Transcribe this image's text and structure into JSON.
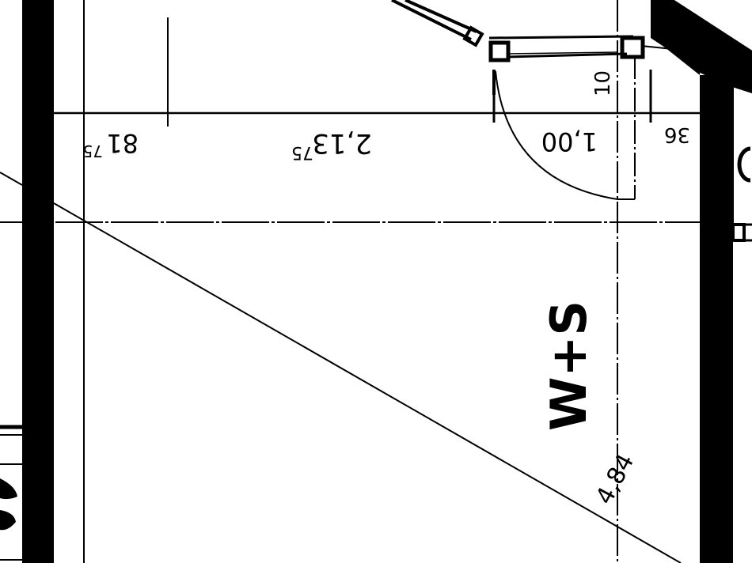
{
  "drawing": {
    "type": "architectural floor plan (scanned, rotated)",
    "room_label": "W+S",
    "dimensions": {
      "left_offset": {
        "main": "81",
        "sup": "75"
      },
      "wall_segment": {
        "main": "2,13",
        "sup": "75"
      },
      "door_width": "1,00",
      "door_jamb": "10",
      "right_offset": "36",
      "room_length": "4,84"
    },
    "colors": {
      "line": "#000000",
      "background": "#ffffff"
    }
  }
}
